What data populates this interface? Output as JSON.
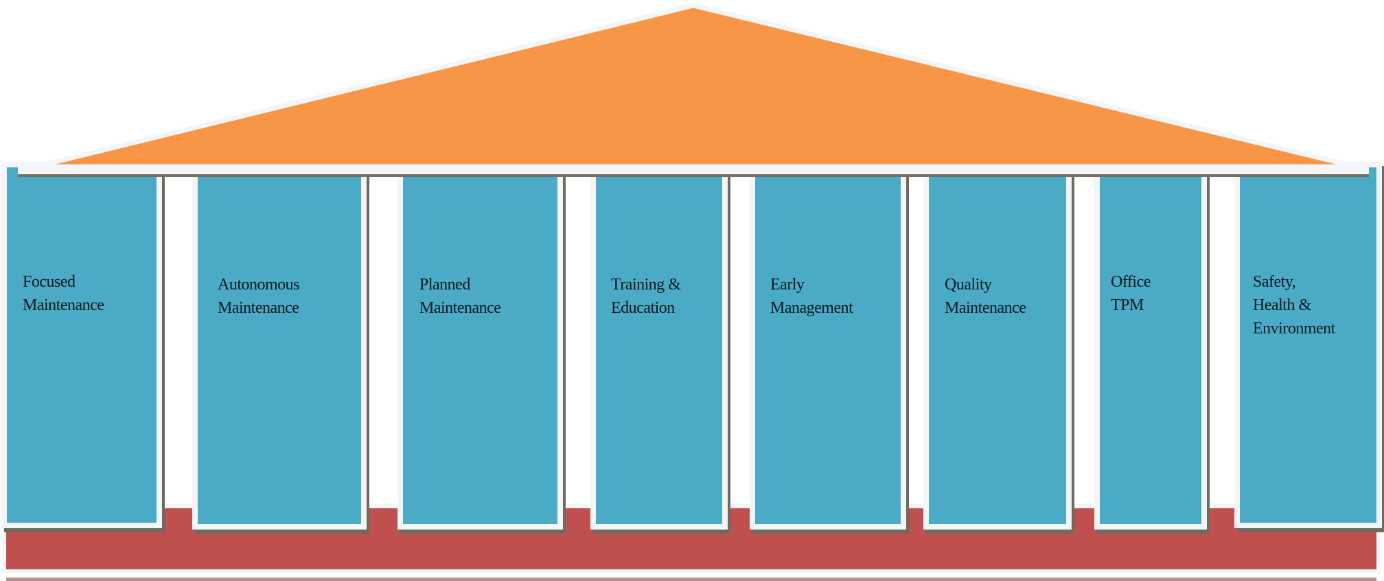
{
  "diagram": {
    "type": "temple-pillars",
    "colors": {
      "roof": "#F79646",
      "pillar": "#4BAAC6",
      "base": "#C0504D",
      "outline": "#F3F5F7",
      "text": "#0D1A1F"
    },
    "roof": {
      "label": ""
    },
    "pillars": [
      {
        "label": "Focused\nMaintenance"
      },
      {
        "label": "Autonomous\nMaintenance"
      },
      {
        "label": "Planned\nMaintenance"
      },
      {
        "label": "Training &\nEducation"
      },
      {
        "label": "Early\nManagement"
      },
      {
        "label": "Quality\nMaintenance"
      },
      {
        "label": "Office\nTPM"
      },
      {
        "label": "Safety,\nHealth &\nEnvironment"
      }
    ],
    "base": {
      "label": ""
    }
  }
}
